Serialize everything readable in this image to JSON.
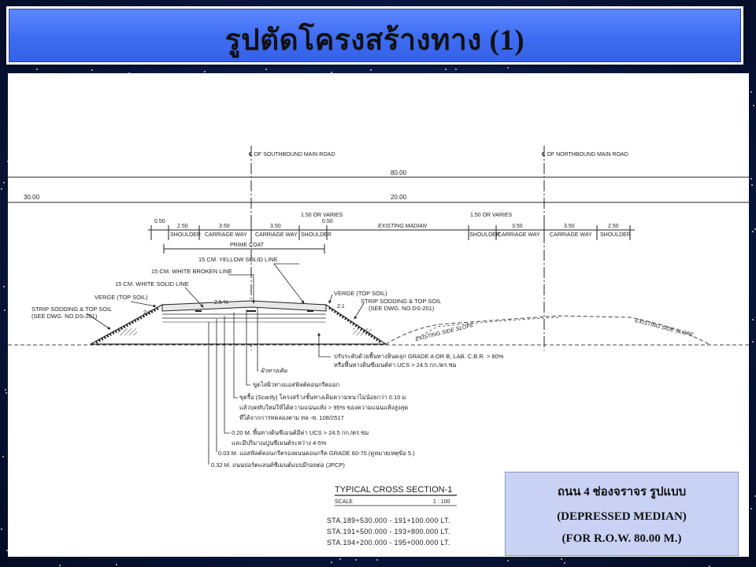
{
  "slide": {
    "title": "รูปตัดโครงสร้างทาง (1)"
  },
  "drawing": {
    "centerlines": {
      "southbound": "℄ OF SOUTHBOUND MAIN ROAD",
      "northbound": "℄ OF NORTHBOUND MAIN ROAD"
    },
    "dimensions": {
      "total_row": "80.00",
      "half_left": "30.00",
      "median_width": "20.00"
    },
    "segments_left": [
      {
        "width": "0.50",
        "label": ""
      },
      {
        "width": "2.50",
        "label": "SHOULDER"
      },
      {
        "width": "3.50",
        "label": "CARRIAGE WAY"
      },
      {
        "width": "3.50",
        "label": "CARRIAGE WAY"
      },
      {
        "width": "1.50 OR VARIES",
        "label": "SHOULDER"
      },
      {
        "width": "0.50",
        "label": ""
      }
    ],
    "median_label": "EXISTING MADIAN",
    "segments_right": [
      {
        "width": "1.50 OR VARIES",
        "label": "SHOULDER"
      },
      {
        "width": "3.50",
        "label": "CARRIAGE WAY"
      },
      {
        "width": "3.50",
        "label": "CARRIAGE WAY"
      },
      {
        "width": "2.50",
        "label": "SHOULDER"
      }
    ],
    "prime_coat": "PRIME COAT",
    "callouts": {
      "yellow_line": "15 CM. YELLOW SOLID LINE",
      "white_broken": "15 CM. WHITE BROKEN LINE",
      "white_solid": "15 CM. WHITE SOLID LINE",
      "verge_left": "VERGE (TOP SOIL)",
      "verge_right": "VERGE (TOP SOIL)",
      "strip_left_1": "STRIP SODDING & TOP SOIL",
      "strip_left_2": "(SEE DWG. NO.DS-201)",
      "strip_right_1": "STRIP SODDING & TOP SOIL",
      "strip_right_2": "(SEE DWG. NO.DS-201)",
      "slope_left": "2:1",
      "slope_right": "2:1",
      "crossfall": "2.5 %",
      "existing_side_slope_1": "EXISTING SIDE SLOPE",
      "existing_side_slope_2": "EXISTING SIDE SLOPE"
    },
    "notes": {
      "subgrade_1": "ปรับระดับด้วยพื้นทางหินคลุก GRADE A OR B, LAB. C.B.R. > 80%",
      "subgrade_2": "หรือพื้นทางดินซีเมนต์ค่า UCS > 24.5 กก./ตร.ซม",
      "existing_surface": "ผิวทางเดิม",
      "remove_ac": "ขูดไสผิวทางแอสฟัลต์คอนกรีตออก",
      "scarify_1": "ขุดรื้อ (Scarify) โครงสร้างชั้นทางเดิมความหนาไม่น้อยกว่า 0.10 ม",
      "scarify_2": "แล้วบดทับใหม่ให้ได้ความแน่นแห้ง > 95% ของความแน่นแห้งสูงสุด",
      "scarify_3": "ที่ได้จากการทดลองตาม ทล.-ท. 108/2517",
      "soil_cement_1": "0.20 M. พื้นทางดินซีเมนต์มีค่า UCS > 24.5 กก./ตร.ซม",
      "soil_cement_2": "และมีปริมาณปูนซีเมนต์ระหว่าง 4-5%",
      "ac_layer": "0.03 M. แอสฟัลต์คอนกรีตรองผนนคอนกรีต GRADE 60-70 (ดูหมายเหตุข้อ 5.)",
      "jpcp": "0.32 M. ถนนปอร์ตแลนด์ซีเมนต์แบบมีรอยต่อ (JPCP)"
    },
    "section_title": {
      "name": "TYPICAL CROSS SECTION-1",
      "scale_label": "SCALE",
      "scale_value": "1 : 100",
      "stations": [
        "STA.189+530.000 - 191+100.000 LT.",
        "STA.191+500.000 - 193+800.000 LT.",
        "STA.194+200.000 - 195+000.000 LT."
      ]
    }
  },
  "summary_box": {
    "line1": "ถนน 4 ช่องจราจร รูปแบบ",
    "line2": "(DEPRESSED MEDIAN)",
    "line3": "(FOR R.O.W. 80.00 M.)"
  }
}
